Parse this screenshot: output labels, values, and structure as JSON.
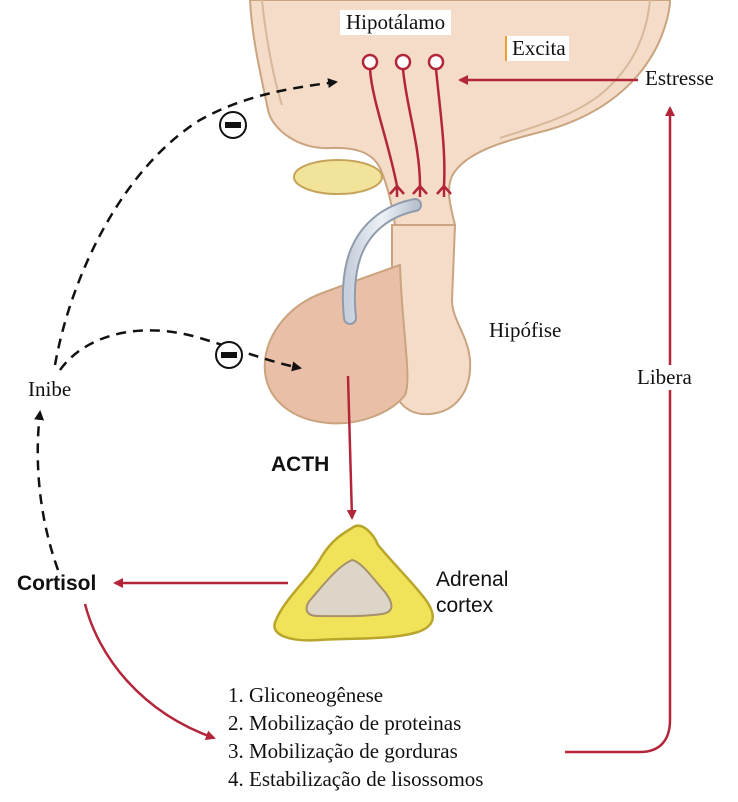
{
  "labels": {
    "hypothalamus": "Hipotálamo",
    "excites": "Excita",
    "stress": "Estresse",
    "pituitary": "Hipófise",
    "releases": "Libera",
    "inhibits": "Inibe",
    "acth": "ACTH",
    "cortisol": "Cortisol",
    "adrenal_line1": "Adrenal",
    "adrenal_line2": "cortex",
    "minus_symbol": "−"
  },
  "effects": [
    "1. Gliconeogênese",
    "2. Mobilização de proteinas",
    "3. Mobilização de gorduras",
    "4. Estabilização de lisossomos"
  ],
  "colors": {
    "stimulation_arrow": "#b3263a",
    "inhibition_arrow": "#111111",
    "tissue_fill": "#f4dcc8",
    "tissue_outline": "#c9a47f",
    "anterior_pituitary": "#e9bfa8",
    "adrenal_outer": "#f0e35a",
    "adrenal_inner": "#ddd6c8"
  }
}
